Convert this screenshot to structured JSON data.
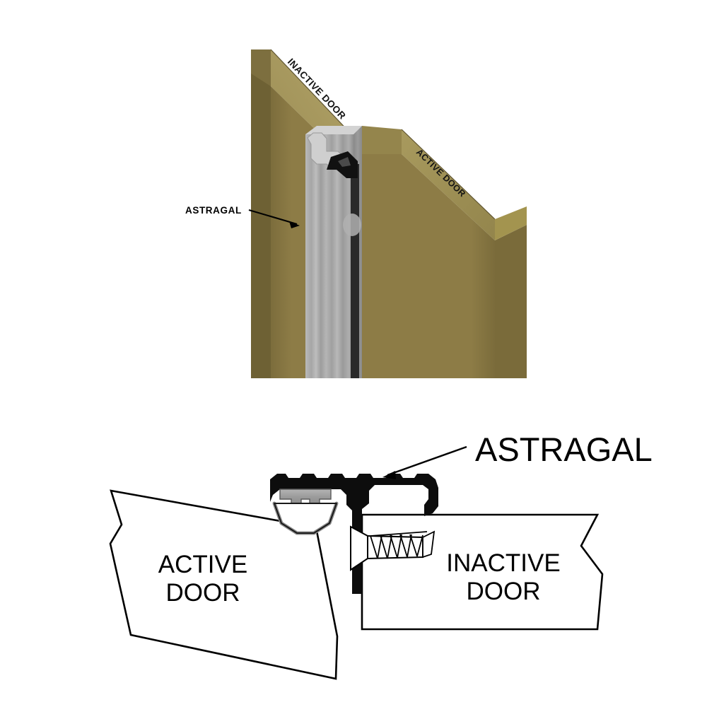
{
  "figure": {
    "title": "Astragal installation between active and inactive doors",
    "background": "#ffffff"
  },
  "colors": {
    "door_face": "#8d7c46",
    "door_face_shade": "#7e6f3e",
    "door_bevel_light": "#a89a5e",
    "door_bevel_mid": "#9c8e55",
    "door_edge_dark": "#6e6134",
    "astragal_metal_light": "#c8c8c8",
    "astragal_metal_mid": "#9a9a9a",
    "astragal_metal_dark": "#6f6f6f",
    "astragal_black": "#1a1a1a",
    "gasket_grey": "#a0a0a0",
    "outline": "#000000",
    "label_text": "#000000"
  },
  "top_view": {
    "name": "isometric-cutaway-view",
    "labels": {
      "inactive_door": "INACTIVE DOOR",
      "active_door": "ACTIVE DOOR",
      "astragal": "ASTRAGAL"
    }
  },
  "bottom_view": {
    "name": "plan-section-view",
    "labels": {
      "astragal": "ASTRAGAL",
      "active_door_line1": "ACTIVE",
      "active_door_line2": "DOOR",
      "inactive_door_line1": "INACTIVE",
      "inactive_door_line2": "DOOR"
    },
    "components": {
      "screw": "flat-head-wood-screw",
      "gasket": "u-shaped-weatherseal",
      "extrusion": "t-shaped-astragal-extrusion"
    }
  }
}
